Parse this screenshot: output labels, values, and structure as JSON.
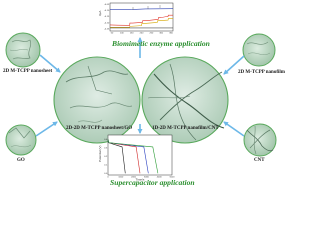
{
  "labels": {
    "mof_nanosheet": "2D M-TCPP nanosheet",
    "go": "GO",
    "mof_nanofilm": "2D M-TCPP nanofilm",
    "cnt": "CNT",
    "composite_go": "2D-2D M-TCPP nanosheet/GO",
    "composite_cnt": "1D-2D M-TCPP nanofilm/CNT"
  },
  "applications": {
    "biomimetic": "Biomimetic enzyme application",
    "supercapacitor": "Supercapacitor application"
  },
  "colors": {
    "arrow": "#6db8e8",
    "title_text": "#2b8f2f",
    "circle_outline": "#59a95c"
  },
  "chart_data": [
    {
      "type": "line",
      "title": "",
      "xlabel": "",
      "ylabel": "I/μA",
      "x_ticks": [
        "50",
        "100",
        "150",
        "200",
        "250",
        "300",
        "350"
      ],
      "y_ticks": [
        "-0.05",
        "-0.10",
        "-0.15",
        "-0.20",
        "-0.25"
      ],
      "xlim": [
        40,
        360
      ],
      "ylim": [
        -0.27,
        -0.04
      ],
      "grid": false,
      "legend": "none",
      "series": [
        {
          "color": "#2a3fb0",
          "x": [
            40,
            140,
            160,
            175,
            190,
            205,
            220,
            360
          ],
          "y": [
            -0.095,
            -0.095,
            -0.094,
            -0.092,
            -0.091,
            -0.09,
            -0.089,
            -0.087
          ]
        },
        {
          "color": "#e0342a",
          "x": [
            40,
            80,
            120,
            140,
            141,
            155,
            200,
            205,
            206,
            225,
            280,
            285,
            286,
            300,
            330,
            335,
            336,
            360
          ],
          "y": [
            -0.22,
            -0.222,
            -0.223,
            -0.224,
            -0.205,
            -0.205,
            -0.2,
            -0.2,
            -0.185,
            -0.185,
            -0.175,
            -0.175,
            -0.16,
            -0.16,
            -0.15,
            -0.15,
            -0.14,
            -0.14
          ]
        },
        {
          "color": "#d6a700",
          "x": [
            40,
            140,
            141,
            200,
            201,
            280,
            281,
            335,
            336,
            360
          ],
          "y": [
            -0.24,
            -0.24,
            -0.232,
            -0.226,
            -0.21,
            -0.2,
            -0.186,
            -0.18,
            -0.168,
            -0.168
          ]
        },
        {
          "color": "#4a4a4a",
          "x": [
            40,
            360
          ],
          "y": [
            -0.245,
            -0.245
          ]
        }
      ]
    },
    {
      "type": "line",
      "title": "",
      "xlabel": "Time/s",
      "ylabel": "Potential (V)",
      "x_ticks": [
        "0",
        "1000",
        "2000",
        "3000",
        "4000",
        "5000"
      ],
      "y_ticks": [
        "0.4",
        "0.3",
        "0.2",
        "0.1",
        "0.0"
      ],
      "xlim": [
        0,
        5000
      ],
      "ylim": [
        -0.02,
        0.45
      ],
      "grid": false,
      "legend": "none",
      "series": [
        {
          "color": "#222222",
          "x": [
            0,
            40,
            1100,
            1350
          ],
          "y": [
            0.4,
            0.36,
            0.31,
            0.0
          ]
        },
        {
          "color": "#d02a2a",
          "x": [
            0,
            60,
            2200,
            2500
          ],
          "y": [
            0.4,
            0.36,
            0.31,
            0.0
          ]
        },
        {
          "color": "#2a40c0",
          "x": [
            0,
            60,
            2800,
            3150
          ],
          "y": [
            0.4,
            0.36,
            0.31,
            0.0
          ]
        },
        {
          "color": "#2b9c35",
          "x": [
            0,
            80,
            3500,
            3900
          ],
          "y": [
            0.4,
            0.36,
            0.31,
            0.0
          ]
        }
      ]
    }
  ]
}
